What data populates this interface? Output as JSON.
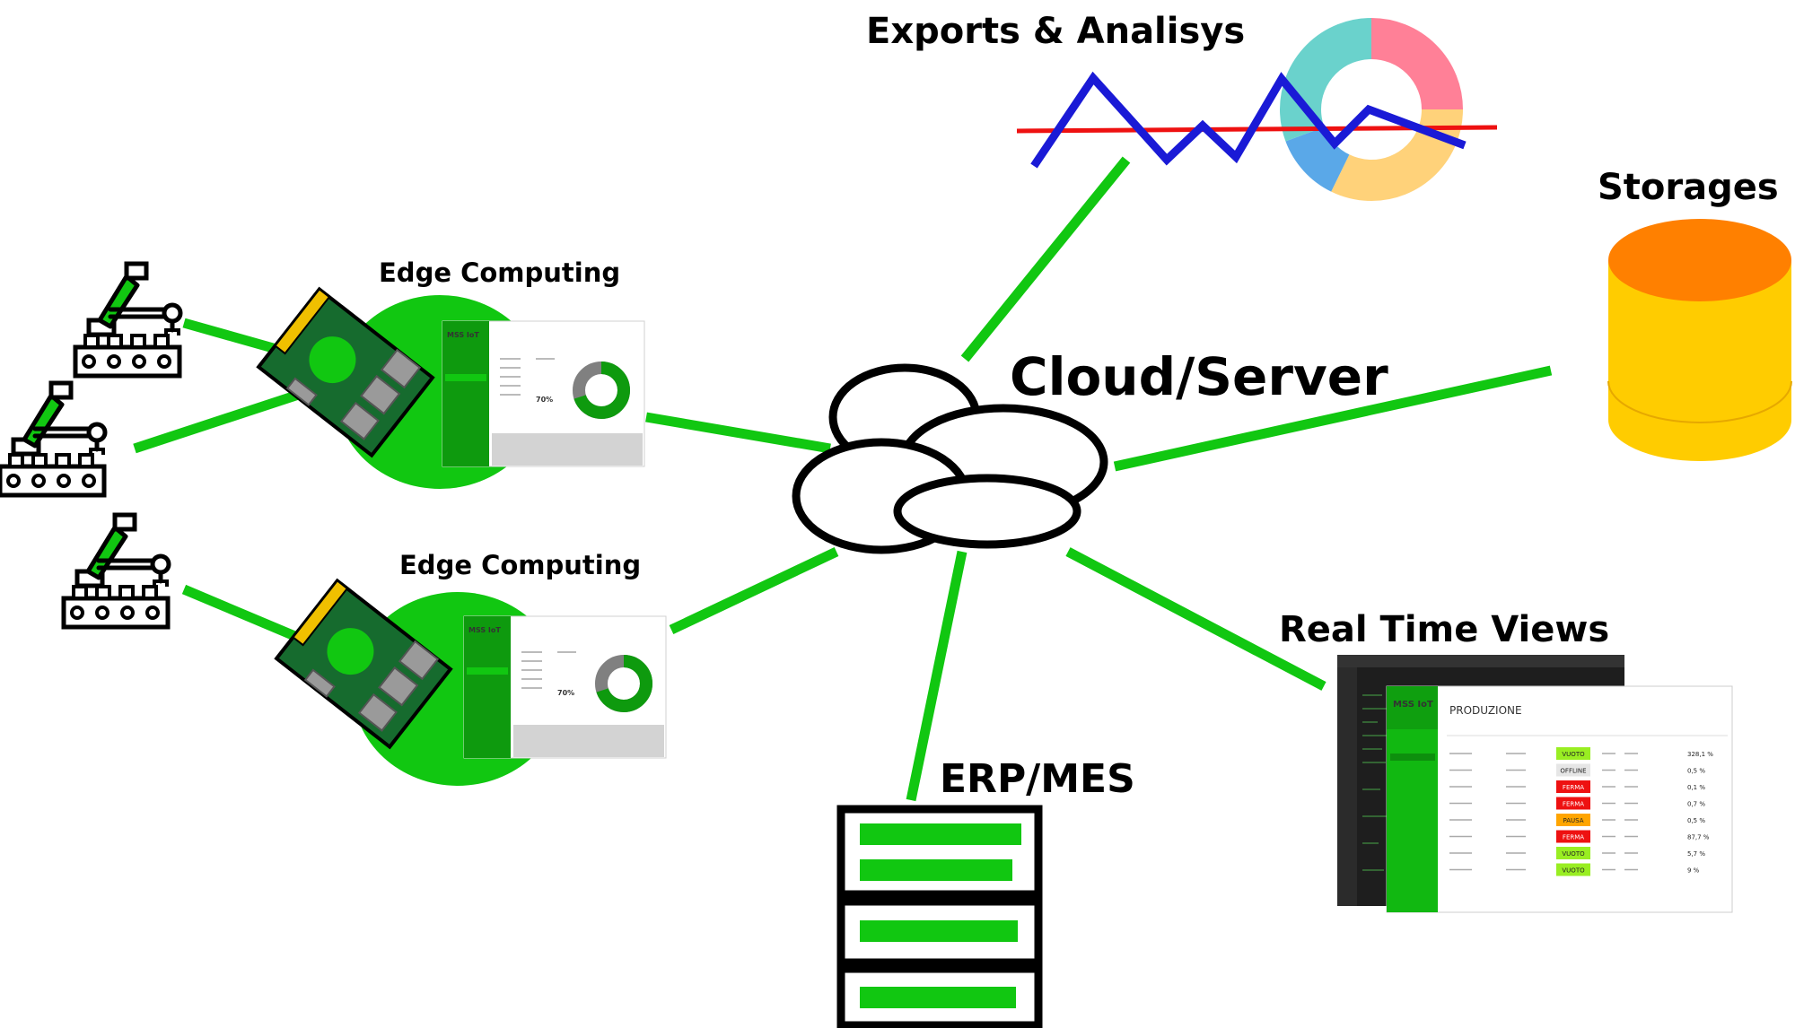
{
  "labels": {
    "exports": "Exports & Analisys",
    "storages": "Storages",
    "cloud": "Cloud/Server",
    "edge": "Edge Computing",
    "erp": "ERP/MES",
    "realtime": "Real Time Views"
  },
  "screens": {
    "brand": "MSS IoT",
    "production_title": "PRODUZIONE",
    "status_rows": [
      "VUOTO",
      "OFFLINE",
      "FERMA",
      "FERMA",
      "PAUSA",
      "FERMA",
      "VUOTO",
      "VUOTO"
    ],
    "row_values": [
      "328,1 %",
      "0,5 %",
      "0,1 %",
      "0,7 %",
      "0,5 %",
      "87,7 %",
      "5,7 %",
      "9 %"
    ],
    "edge_percent": "70%"
  },
  "colors": {
    "green": "#11c711",
    "dark_green": "#0b6e0b",
    "blue": "#1a1ad6",
    "red": "#ee1111",
    "storage_top": "#ff8000",
    "storage_body": "#ffcc00",
    "donut": [
      "#ff8097",
      "#ffd27a",
      "#5aa8e8",
      "#6ad2cc"
    ]
  },
  "icons": [
    "robot-arm-icon",
    "conveyor-icon",
    "raspberry-board-icon",
    "cloud-icon",
    "database-icon",
    "server-rack-icon",
    "line-chart-icon",
    "donut-chart-icon"
  ]
}
